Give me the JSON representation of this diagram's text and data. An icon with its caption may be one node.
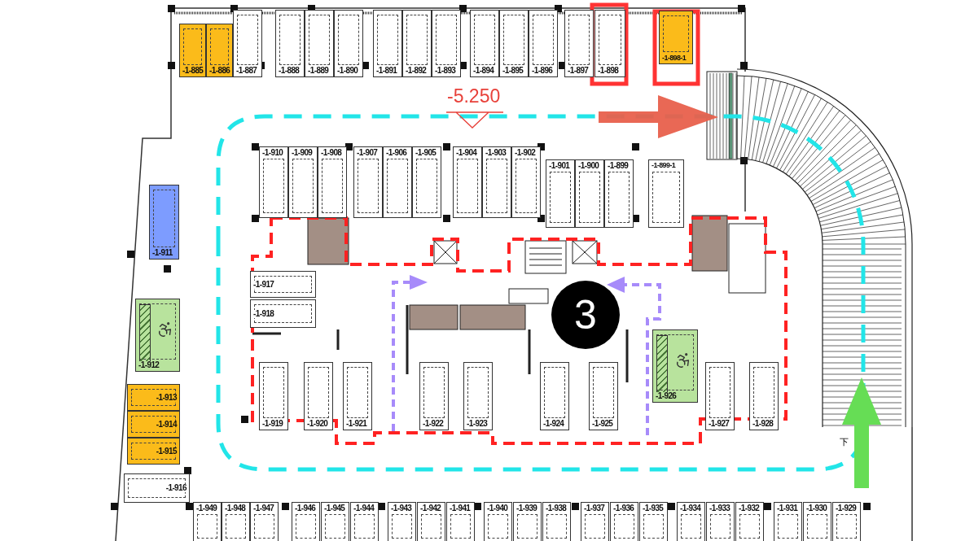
{
  "diagram": {
    "nodes": [
      {
        "text": [
          "-1-885"
        ]
      },
      {
        "text": [
          "-1-886"
        ]
      },
      {
        "text": [
          "-1-887"
        ]
      },
      {
        "text": [
          "-1-888"
        ]
      },
      {
        "text": [
          "-1-889"
        ]
      },
      {
        "text": [
          "-1-890"
        ]
      },
      {
        "text": [
          "-1-891"
        ]
      },
      {
        "text": [
          "-1-892"
        ]
      },
      {
        "text": [
          "-1-893"
        ]
      },
      {
        "text": [
          "-1-894"
        ]
      },
      {
        "text": [
          "-1-895"
        ]
      },
      {
        "text": [
          "-1-896"
        ]
      },
      {
        "text": [
          "-1-897"
        ]
      },
      {
        "text": [
          "-1-898"
        ]
      },
      {
        "text": [
          "-1-898-1"
        ]
      },
      {
        "text": [
          "-1-910"
        ]
      },
      {
        "text": [
          "-1-909"
        ]
      },
      {
        "text": [
          "-1-908"
        ]
      },
      {
        "text": [
          "-1-907"
        ]
      },
      {
        "text": [
          "-1-906"
        ]
      },
      {
        "text": [
          "-1-905"
        ]
      },
      {
        "text": [
          "-1-904"
        ]
      },
      {
        "text": [
          "-1-903"
        ]
      },
      {
        "text": [
          "-1-902"
        ]
      },
      {
        "text": [
          "-1-901"
        ]
      },
      {
        "text": [
          "-1-900"
        ]
      },
      {
        "text": [
          "-1-899"
        ]
      },
      {
        "text": [
          "-1-899-1"
        ]
      },
      {
        "text": [
          "-1-911"
        ]
      },
      {
        "text": [
          "-1-917"
        ]
      },
      {
        "text": [
          "-1-918"
        ]
      },
      {
        "text": [
          "3"
        ]
      },
      {
        "text": [
          "-1-926"
        ]
      },
      {
        "text": [
          "-1-912"
        ]
      },
      {
        "text": [
          "-1-919"
        ]
      },
      {
        "text": [
          "-1-920"
        ]
      },
      {
        "text": [
          "-1-921"
        ]
      },
      {
        "text": [
          "-1-922"
        ]
      },
      {
        "text": [
          "-1-923"
        ]
      },
      {
        "text": [
          "-1-924"
        ]
      },
      {
        "text": [
          "-1-925"
        ]
      },
      {
        "text": [
          "-1-927"
        ]
      },
      {
        "text": [
          "-1-928"
        ]
      },
      {
        "text": [
          "-1-913"
        ]
      },
      {
        "text": [
          "-1-914"
        ]
      },
      {
        "text": [
          "-1-915"
        ]
      },
      {
        "text": [
          "-1-916"
        ]
      },
      {
        "text": [
          "-1-949"
        ]
      },
      {
        "text": [
          "-1-948"
        ]
      },
      {
        "text": [
          "-1-947"
        ]
      },
      {
        "text": [
          "-1-946"
        ]
      },
      {
        "text": [
          "-1-945"
        ]
      },
      {
        "text": [
          "-1-944"
        ]
      },
      {
        "text": [
          "-1-943"
        ]
      },
      {
        "text": [
          "-1-942"
        ]
      },
      {
        "text": [
          "-1-941"
        ]
      },
      {
        "text": [
          "-1-940"
        ]
      },
      {
        "text": [
          "-1-939"
        ]
      },
      {
        "text": [
          "-1-938"
        ]
      },
      {
        "text": [
          "-1-937"
        ]
      },
      {
        "text": [
          "-1-936"
        ]
      },
      {
        "text": [
          "-1-935"
        ]
      },
      {
        "text": [
          "-1-934"
        ]
      },
      {
        "text": [
          "-1-933"
        ]
      },
      {
        "text": [
          "-1-932"
        ]
      },
      {
        "text": [
          "-1-931"
        ]
      },
      {
        "text": [
          "-1-930"
        ]
      },
      {
        "text": [
          "-1-929"
        ]
      }
    ],
    "labels": [
      "-5.250",
      "下"
    ]
  }
}
